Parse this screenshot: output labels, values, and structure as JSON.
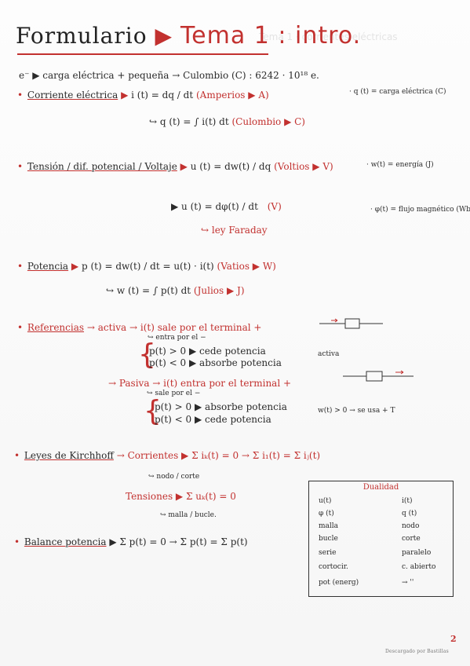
{
  "title": {
    "left": "Formulario",
    "arrow": "▶",
    "right": "Tema 1 : intro."
  },
  "intro": {
    "text": "e⁻ ▶ carga eléctrica + pequeña → Culombio (C) : 6242 · 10¹⁸ e."
  },
  "corriente": {
    "label": "Corriente eléctrica",
    "formula": "i (t) = dq / dt",
    "units": "(Amperios ▶ A)",
    "sub": "↪ q (t) = ∫ i(t) dt",
    "sub_units": "(Culombio ▶ C)",
    "side_note": "· q (t) = carga eléctrica (C)"
  },
  "tension": {
    "label": "Tensión / dif. potencial / Voltaje",
    "formula": "u (t) = dw(t) / dq",
    "units": "(Voltios ▶ V)",
    "side_note": "· w(t) = energía (J)",
    "law": "▶ u (t) = dφ(t) / dt",
    "law_units": "(V)",
    "law_name": "↪ ley Faraday",
    "side_note2": "· φ(t) = flujo magnético (Wb)."
  },
  "potencia": {
    "label": "Potencia",
    "formula": "p (t) = dw(t) / dt = u(t) · i(t)",
    "units": "(Vatios ▶ W)",
    "sub": "↪ w (t) = ∫ p(t) dt",
    "sub_units": "(Julios ▶ J)"
  },
  "referencias": {
    "label": "Referencias",
    "activa": "→ activa → i(t) sale por el terminal +",
    "activa_sub": "↪ entra por el −",
    "activa_cases": [
      "p(t) > 0 ▶ cede potencia",
      "p(t) < 0 ▶ absorbe potencia"
    ],
    "activa_tag": "activa",
    "pasiva": "→ Pasiva → i(t) entra por el terminal +",
    "pasiva_sub": "↪ sale por el −",
    "pasiva_cases": [
      "p(t) > 0 ▶ absorbe potencia",
      "p(t) < 0 ▶ cede potencia"
    ],
    "pasiva_tag": "w(t) > 0 → se usa + T"
  },
  "kirchhoff": {
    "label": "Leyes de Kirchhoff",
    "corrientes": "Corrientes ▶ Σ iₖ(t) = 0 → Σ i₁(t) = Σ iⱼ(t)",
    "corrientes_sub": "↪ nodo / corte",
    "tensiones": "Tensiones ▶ Σ uₖ(t) = 0",
    "tensiones_sub": "↪ malla / bucle."
  },
  "balance": {
    "label": "Balance potencia",
    "formula": "▶ Σ p(t) = 0 → Σ p(t) = Σ p(t)"
  },
  "dualidad": {
    "title": "Dualidad",
    "rows": [
      [
        "u(t)",
        "i(t)"
      ],
      [
        "φ (t)",
        "q (t)"
      ],
      [
        "malla",
        "nodo"
      ],
      [
        "bucle",
        "corte"
      ],
      [
        "serie",
        "paralelo"
      ],
      [
        "cortocir.",
        "c. abierto"
      ],
      [
        "pot (energ)",
        "→ ''"
      ]
    ]
  },
  "footer": {
    "page": "2",
    "credit": "Descargado por Bastillas"
  }
}
